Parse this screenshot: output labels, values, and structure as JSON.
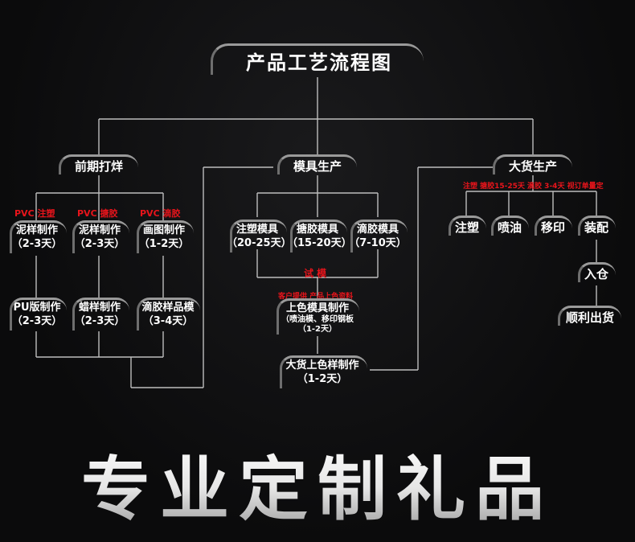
{
  "title": "产品工艺流程图",
  "branches": [
    {
      "label": "前期打烊"
    },
    {
      "label": "模具生产"
    },
    {
      "label": "大货生产"
    }
  ],
  "prep": {
    "tags": [
      "PVC 注塑",
      "PVC 搪胶",
      "PVC 滴胶"
    ],
    "row1": [
      {
        "name": "泥样制作",
        "time": "（2-3天）"
      },
      {
        "name": "泥样制作",
        "time": "（2-3天）"
      },
      {
        "name": "画图制作",
        "time": "（1-2天）"
      }
    ],
    "row2": [
      {
        "name": "PU版制作",
        "time": "（2-3天）"
      },
      {
        "name": "蜡样制作",
        "time": "（2-3天）"
      },
      {
        "name": "滴胶样品模",
        "time": "（3-4天）"
      }
    ]
  },
  "mold": {
    "items": [
      {
        "name": "注塑模具",
        "time": "（20-25天）"
      },
      {
        "name": "搪胶模具",
        "time": "（15-20天）"
      },
      {
        "name": "滴胶模具",
        "time": "（7-10天）"
      }
    ],
    "trial": "试  模",
    "client_note": "客户提供  产品上色资料",
    "color_mold": {
      "name": "上色模具制作",
      "detail": "（喷油模、移印钢板",
      "time": "（1-2天）"
    },
    "bulk_sample": {
      "name": "大货上色样制作",
      "time": "（1-2天）"
    }
  },
  "production": {
    "note": "注塑 搪胶15-25天 滴胶 3-4天 视订单量定",
    "steps": [
      "注塑",
      "喷油",
      "移印",
      "装配"
    ],
    "store": "入仓",
    "ship": "顺利出货"
  },
  "slogan": "专业定制礼品",
  "colors": {
    "accent_red": "#e8141b",
    "line": "#bdbdbd",
    "background": "#0c0c0d"
  }
}
